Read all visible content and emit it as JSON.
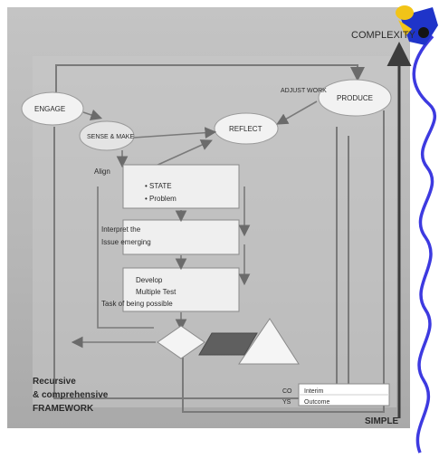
{
  "diagram": {
    "top_axis_label": "COMPLEXITY",
    "bottom_axis_label": "SIMPLE",
    "ellipses": [
      "ENGAGE",
      "SENSE & MAKE",
      "REFLECT",
      "PRODUCE",
      "ADJUST WORK"
    ],
    "box_1_lines": [
      "Align",
      "• STATE",
      "• Problem"
    ],
    "box_2_lines": [
      "Interpret the",
      "Issue emerging"
    ],
    "box_3_lines": [
      "Develop",
      "Multiple Test",
      "Task of being possible"
    ],
    "feedback_box_lines": [
      "Interim",
      "Outcome"
    ],
    "legend_lines": [
      "Recursive",
      "& comprehensive",
      "FRAMEWORK"
    ],
    "side_marks": [
      "CO",
      "YS"
    ],
    "colors": {
      "panel": "#bcbcbc",
      "box_fill": "#efefef",
      "arrow": "#7a7a7a",
      "axis": "#3c3c3c",
      "wave": "#3d3ae0",
      "mascot_blue": "#1f34c9",
      "mascot_yellow": "#f2c418"
    }
  }
}
